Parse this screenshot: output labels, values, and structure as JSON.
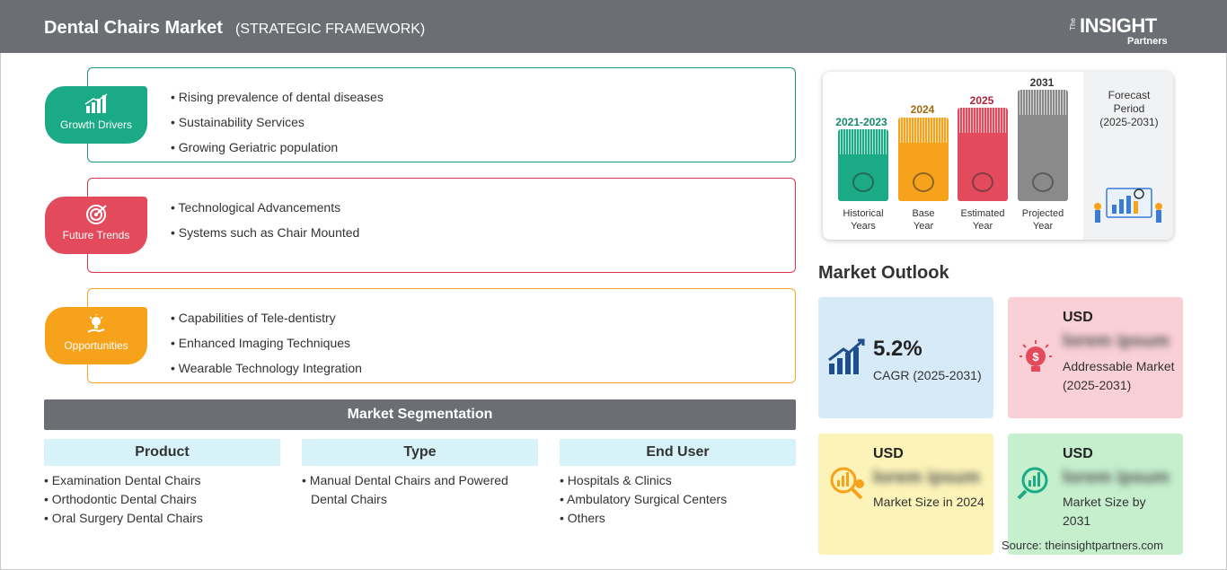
{
  "header": {
    "title": "Dental Chairs Market",
    "subtitle": "(STRATEGIC FRAMEWORK)"
  },
  "logo": {
    "the": "The",
    "insight": "INSIGHT",
    "partners": "Partners"
  },
  "framework": {
    "growth_drivers": {
      "label": "Growth Drivers",
      "items": [
        "Rising prevalence of dental diseases",
        "Sustainability Services",
        "Growing Geriatric population"
      ]
    },
    "future_trends": {
      "label": "Future Trends",
      "items": [
        "Technological Advancements",
        "Systems such as Chair Mounted"
      ]
    },
    "opportunities": {
      "label": "Opportunities",
      "items": [
        "Capabilities of Tele-dentistry",
        "Enhanced Imaging Techniques",
        "Wearable Technology Integration"
      ]
    }
  },
  "segmentation": {
    "title": "Market Segmentation",
    "columns": [
      {
        "head": "Product",
        "items": [
          "Examination Dental Chairs",
          "Orthodontic Dental Chairs",
          "Oral Surgery Dental Chairs"
        ]
      },
      {
        "head": "Type",
        "items": [
          "Manual Dental Chairs and Powered Dental Chairs"
        ]
      },
      {
        "head": "End User",
        "items": [
          "Hospitals & Clinics",
          "Ambulatory Surgical Centers",
          "Others"
        ]
      }
    ]
  },
  "timeline": {
    "bars": [
      {
        "year": "2021-2023",
        "label1": "Historical",
        "label2": "Years",
        "color": "#1aaa85",
        "year_color": "#138a6c"
      },
      {
        "year": "2024",
        "label1": "Base",
        "label2": "Year",
        "color": "#f7a21b",
        "year_color": "#a06a0a"
      },
      {
        "year": "2025",
        "label1": "Estimated",
        "label2": "Year",
        "color": "#e34a5c",
        "year_color": "#b02438"
      },
      {
        "year": "2031",
        "label1": "Projected",
        "label2": "Year",
        "color": "#8a8a8a",
        "year_color": "#333333"
      }
    ],
    "forecast": {
      "line1": "Forecast",
      "line2": "Period",
      "line3": "(2025-2031)"
    }
  },
  "outlook": {
    "title": "Market Outlook",
    "cagr": {
      "value": "5.2%",
      "label": "CAGR (2025-2031)",
      "color": "#d7eaf7"
    },
    "addressable": {
      "usd": "USD",
      "value": "lorem ipsum",
      "label": "Addressable Market (2025-2031)",
      "color": "#f9d0d6"
    },
    "size_2024": {
      "usd": "USD",
      "value": "lorem ipsum",
      "label": "Market Size in 2024",
      "color": "#fbf3b8"
    },
    "size_2031": {
      "usd": "USD",
      "value": "lorem ipsum",
      "label": "Market Size by 2031",
      "color": "#c5efcd"
    }
  },
  "source": "Source: theinsightpartners.com"
}
